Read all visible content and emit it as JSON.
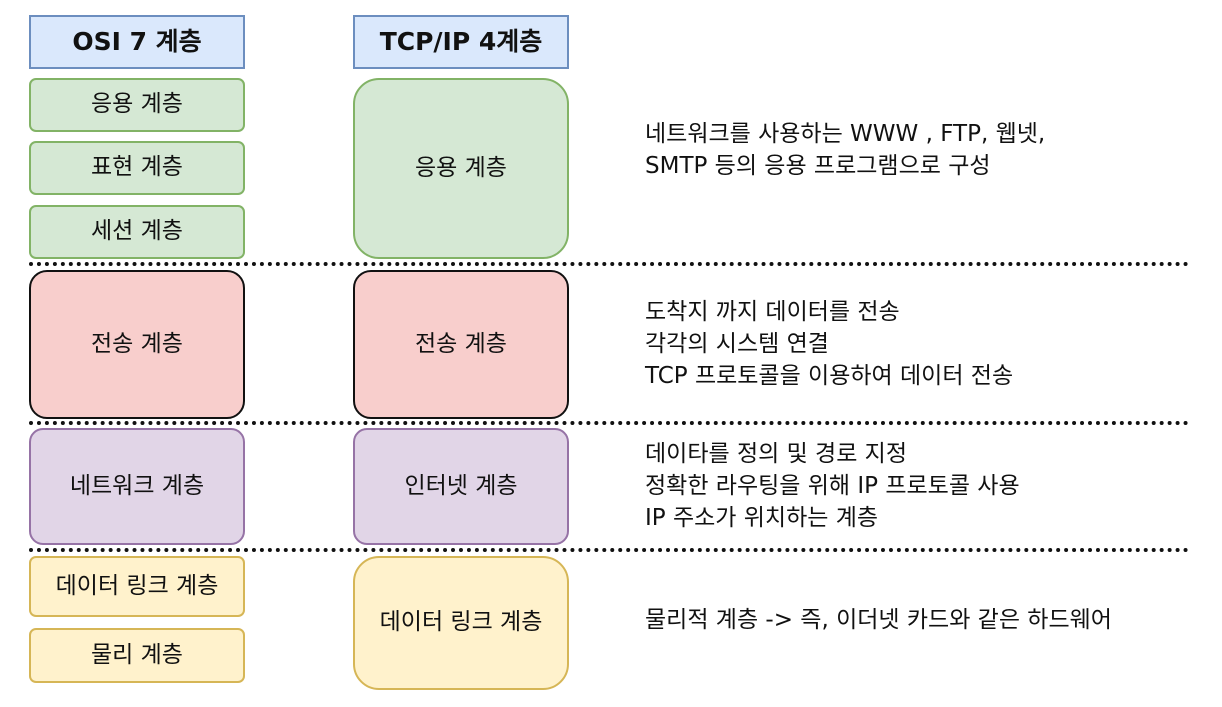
{
  "headers": {
    "osi": "OSI 7 계층",
    "tcpip": "TCP/IP 4계층"
  },
  "osi_layers": [
    "응용 계층",
    "표현 계층",
    "세션 계층",
    "전송 계층",
    "네트워크 계층",
    "데이터 링크 계층",
    "물리 계층"
  ],
  "tcpip_layers": [
    "응용 계층",
    "전송 계층",
    "인터넷 계층",
    "데이터 링크 계층"
  ],
  "descriptions": {
    "application": [
      "네트워크를 사용하는 WWW , FTP, 웹넷,",
      "SMTP 등의 응용 프로그램으로 구성"
    ],
    "transport": [
      "도착지 까지 데이터를 전송",
      "각각의 시스템 연결",
      "TCP 프로토콜을 이용하여 데이터 전송"
    ],
    "internet": [
      "데이타를 정의 및 경로 지정",
      "정확한 라우팅을 위해 IP 프로토콜 사용",
      "IP 주소가 위치하는 계층"
    ],
    "link": [
      "물리적 계층 -> 즉, 이더넷 카드와 같은 하드웨어"
    ]
  },
  "colors": {
    "header_fill": "#dae8fc",
    "header_stroke": "#6c8ebf",
    "application_fill": "#d5e8d4",
    "application_stroke": "#82b366",
    "transport_fill": "#f8cecc",
    "transport_stroke": "#111111",
    "internet_fill": "#e1d5e7",
    "internet_stroke": "#9673a6",
    "link_fill": "#fff2cc",
    "link_stroke": "#d6b656"
  }
}
